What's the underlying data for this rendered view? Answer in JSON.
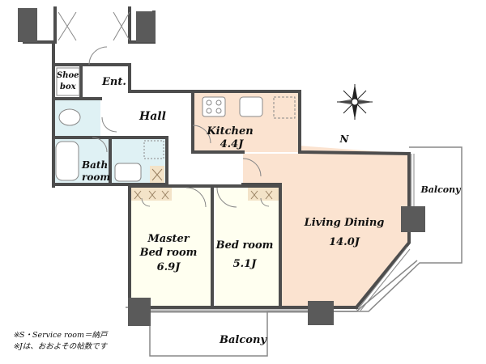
{
  "rooms": {
    "shoe_box": [
      "Shoe",
      "box"
    ],
    "entrance": "Ent.",
    "hall": "Hall",
    "kitchen": [
      "Kitchen",
      "4.4J"
    ],
    "bath": [
      "Bath",
      "room"
    ],
    "master": [
      "Master",
      "Bed room",
      "6.9J"
    ],
    "bedroom": [
      "Bed room",
      "5.1J"
    ],
    "living": [
      "Living Dining",
      "14.0J"
    ],
    "balcony_right": "Balcony",
    "balcony_bottom": "Balcony"
  },
  "compass": {
    "north_label": "N"
  },
  "notes": [
    "※S・Service room＝納戸",
    "※Jは、おおよその帖数です"
  ],
  "colors": {
    "wall": "#4d4d4d",
    "room_floor": "#fffff0",
    "kitchen_floor": "#fbe3d0",
    "living_floor": "#fbe3d0",
    "water_area": "#dff1f4",
    "closet": "#f3e3c8"
  }
}
